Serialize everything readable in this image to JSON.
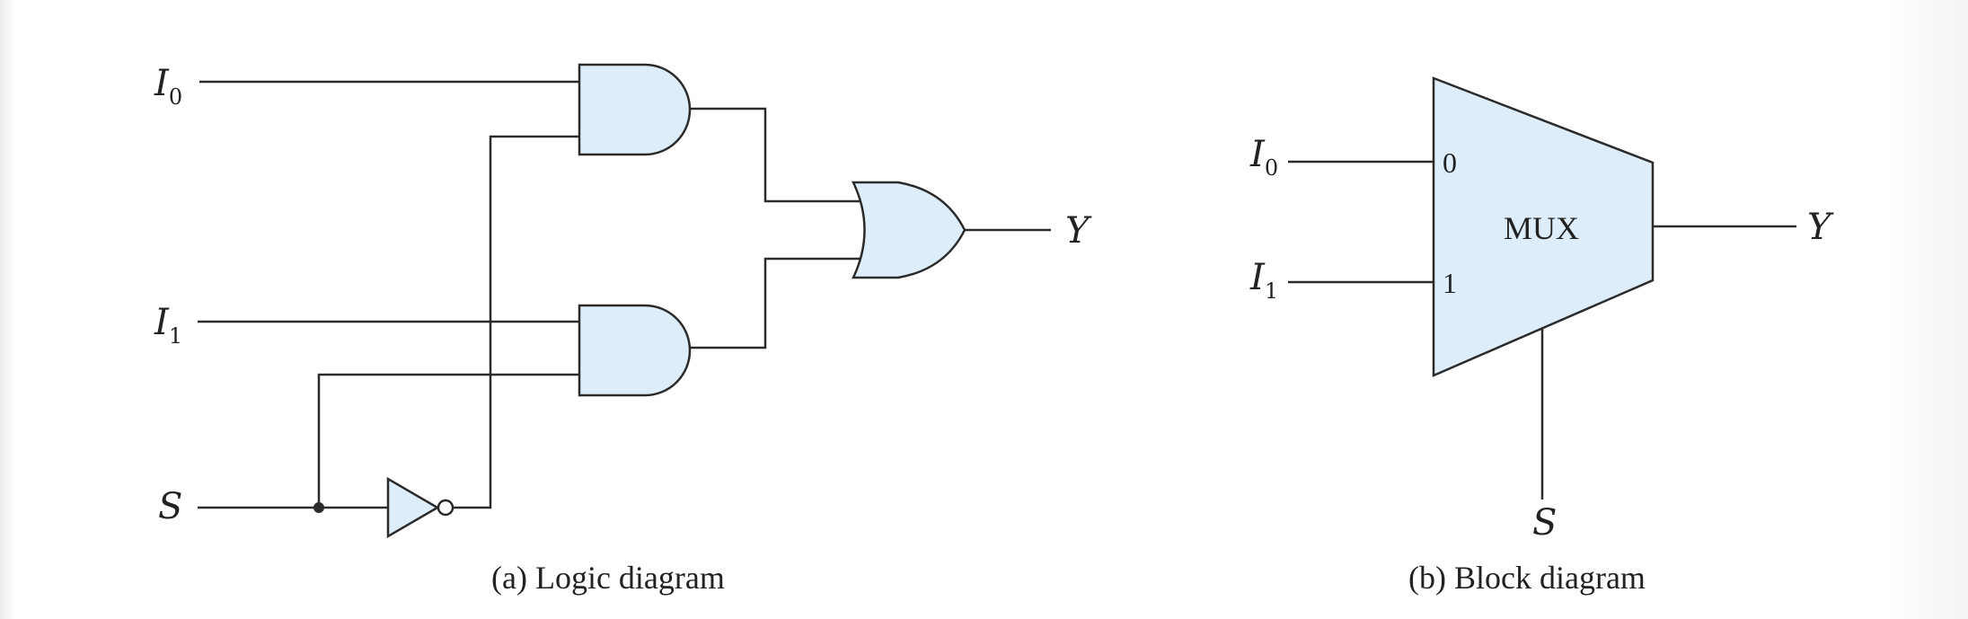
{
  "logic_diagram": {
    "caption": "(a) Logic diagram",
    "inputs": [
      {
        "name": "I",
        "sub": "0"
      },
      {
        "name": "I",
        "sub": "1"
      },
      {
        "name": "S",
        "sub": ""
      }
    ],
    "output": "Y"
  },
  "block_diagram": {
    "caption": "(b) Block diagram",
    "block_label": "MUX",
    "inputs": [
      {
        "name": "I",
        "sub": "0",
        "port": "0"
      },
      {
        "name": "I",
        "sub": "1",
        "port": "1"
      }
    ],
    "select": "S",
    "output": "Y"
  },
  "colors": {
    "gate_fill": "#ddeefa",
    "line": "#2b2b2b"
  }
}
